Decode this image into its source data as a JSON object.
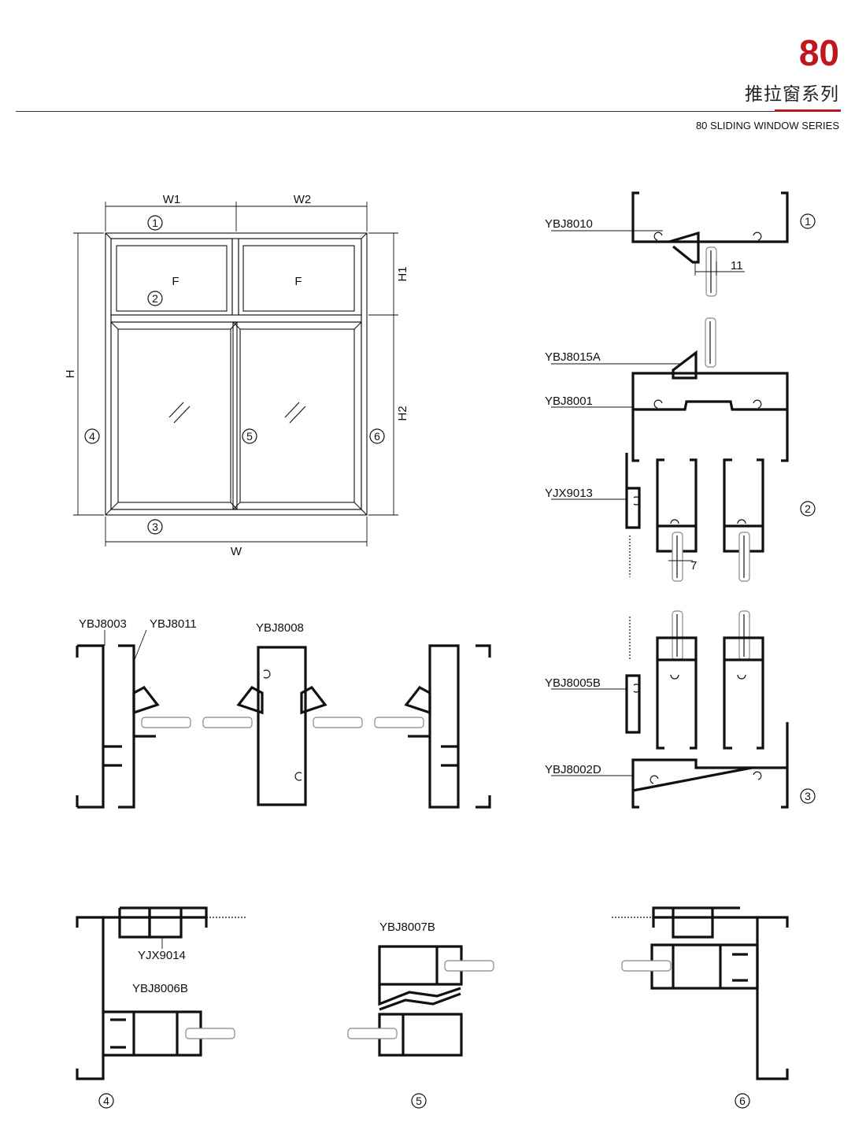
{
  "header": {
    "series_number": "80",
    "title_cn": "推拉窗系列",
    "title_en": "80 SLIDING WINDOW SERIES",
    "accent_color": "#c0161d"
  },
  "elevation": {
    "dimensions": {
      "w1": "W1",
      "w2": "W2",
      "w": "W",
      "h": "H",
      "h1": "H1",
      "h2": "H2"
    },
    "fixed_labels": [
      "F",
      "F"
    ],
    "callouts": [
      "1",
      "2",
      "3",
      "4",
      "5",
      "6"
    ]
  },
  "sections": {
    "s1": {
      "callout": "1",
      "parts": [
        "YBJ8010"
      ],
      "dim": "11"
    },
    "s2": {
      "callout": "2",
      "parts": [
        "YBJ8015A",
        "YBJ8001",
        "YJX9013"
      ],
      "dim": "7"
    },
    "s3": {
      "callout": "3",
      "parts": [
        "YBJ8005B",
        "YBJ8002D"
      ]
    },
    "mid": {
      "parts": [
        "YBJ8003",
        "YBJ8011",
        "YBJ8008"
      ]
    },
    "s4": {
      "callout": "4",
      "parts": [
        "YJX9014",
        "YBJ8006B"
      ]
    },
    "s5": {
      "callout": "5",
      "parts": [
        "YBJ8007B"
      ]
    },
    "s6": {
      "callout": "6"
    }
  }
}
